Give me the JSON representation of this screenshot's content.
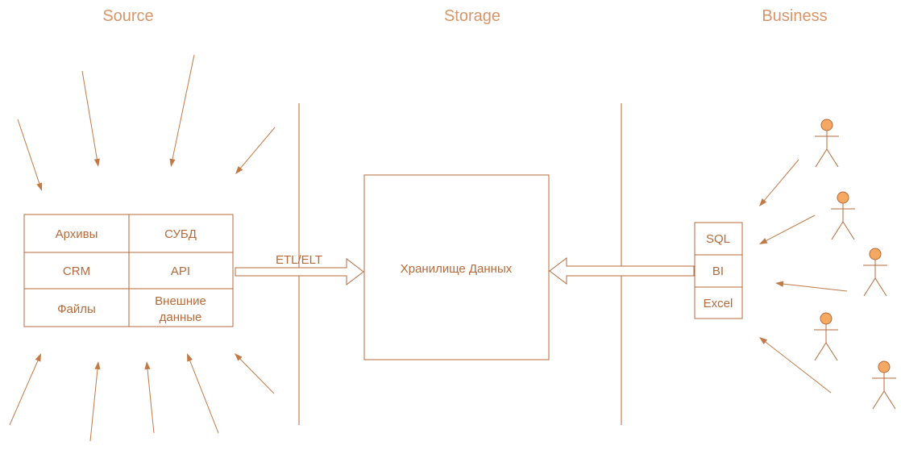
{
  "headings": {
    "source": "Source",
    "storage": "Storage",
    "business": "Business"
  },
  "sources_table": {
    "cells": [
      [
        "Архивы",
        "СУБД"
      ],
      [
        "CRM",
        "API"
      ],
      [
        "Файлы",
        "Внешние данные"
      ]
    ],
    "cell_lines": {
      "external_line1": "Внешние",
      "external_line2": "данные"
    }
  },
  "etl_label": "ETL/ELT",
  "warehouse_label": "Хранилище Данных",
  "tools": [
    "SQL",
    "BI",
    "Excel"
  ],
  "business_users_count": 5,
  "colors": {
    "heading": "#d8956a",
    "stroke": "#b46a3a",
    "arrow": "#c07a48",
    "actor_head": "#f4a862"
  }
}
